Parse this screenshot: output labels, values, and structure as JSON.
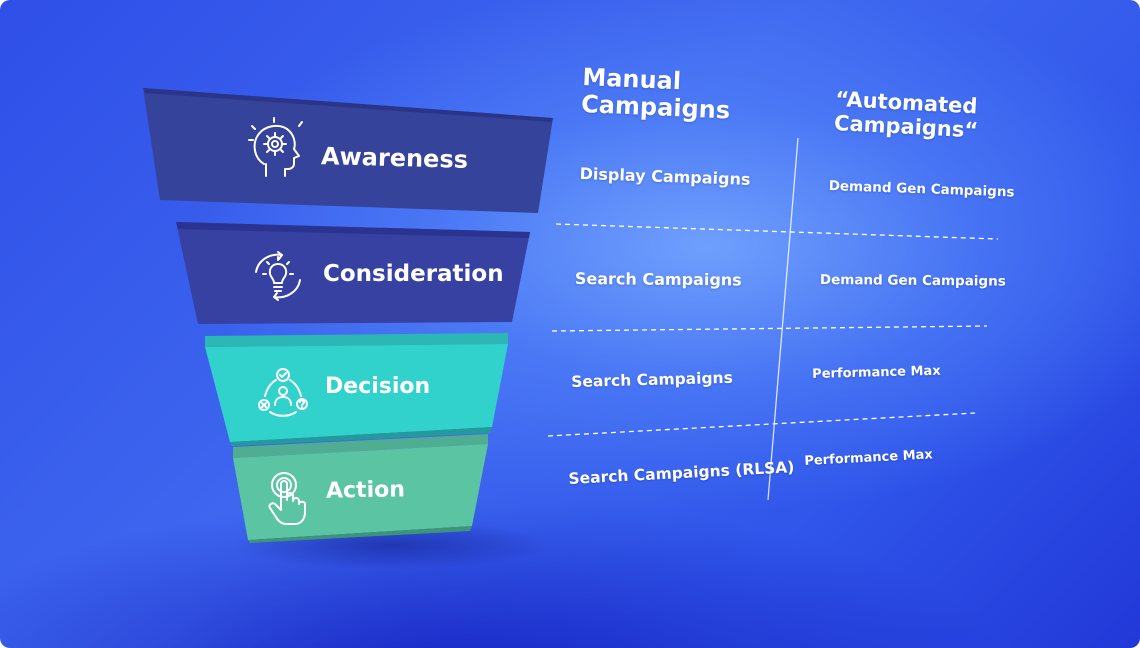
{
  "funnel": {
    "stages": [
      {
        "label": "Awareness",
        "icon": "lightbulb-head-icon",
        "color": "#36439a"
      },
      {
        "label": "Consideration",
        "icon": "cycle-lightbulb-icon",
        "color": "#3641a2"
      },
      {
        "label": "Decision",
        "icon": "decision-cycle-icon",
        "color": "#32d2cc"
      },
      {
        "label": "Action",
        "icon": "tap-hand-icon",
        "color": "#5bc4a3"
      }
    ]
  },
  "table": {
    "headers": {
      "manual": "Manual Campaigns",
      "automated": "“Automated Campaigns“"
    },
    "rows": [
      {
        "manual": "Display Campaigns",
        "automated": "Demand Gen Campaigns"
      },
      {
        "manual": "Search Campaigns",
        "automated": "Demand Gen Campaigns"
      },
      {
        "manual": "Search Campaigns",
        "automated": "Performance Max"
      },
      {
        "manual": "Search Campaigns (RLSA)",
        "automated": "Performance Max"
      }
    ]
  }
}
